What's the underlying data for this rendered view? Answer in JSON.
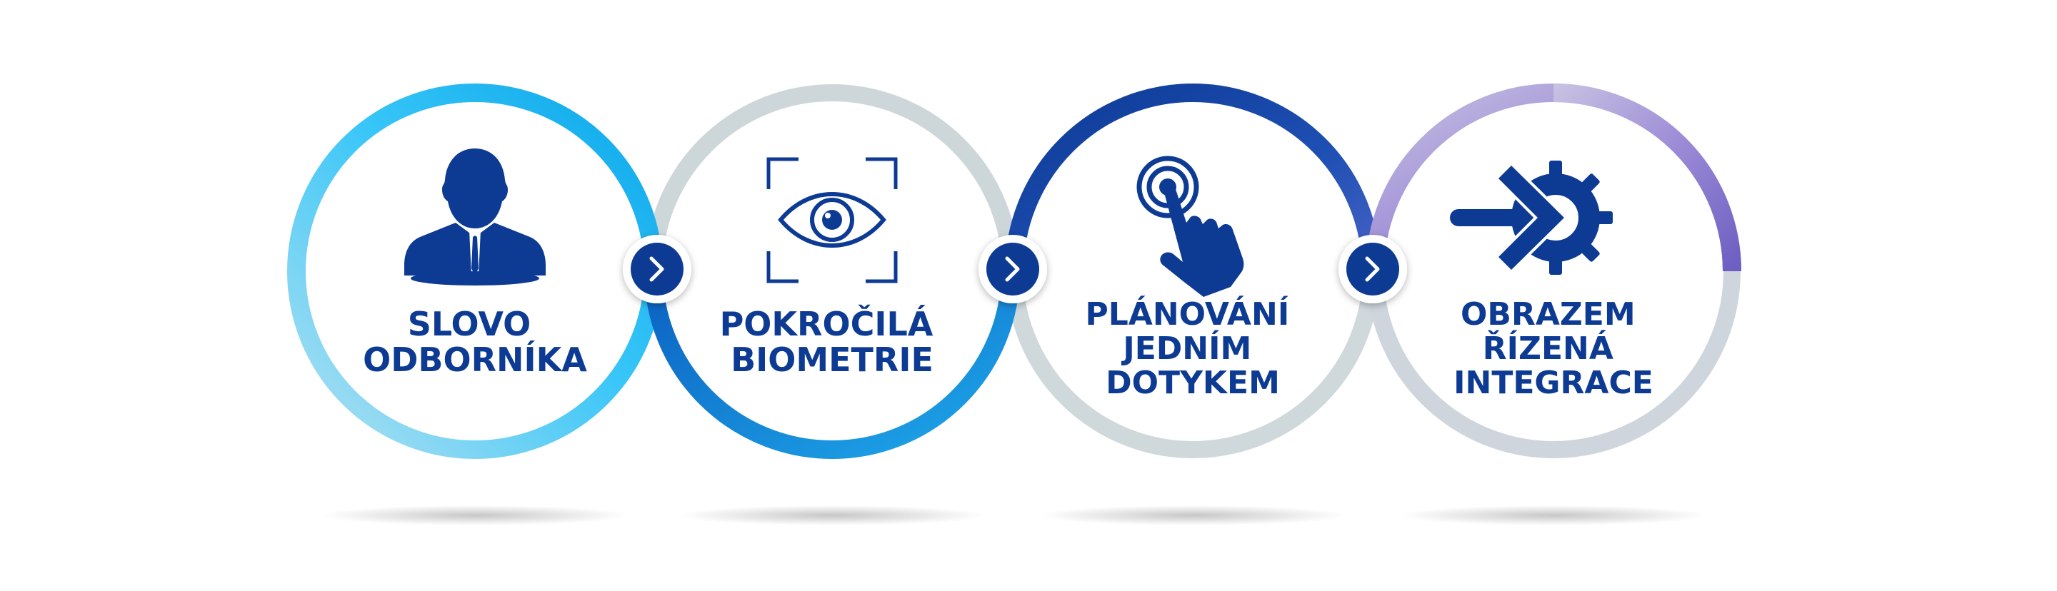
{
  "colors": {
    "text": "#0d3b94",
    "icon": "#0d3b94",
    "arrow_badge": "#0d3b94",
    "ring_grey": "#cfd8dc",
    "ring_light_blue": "#2fc0f5",
    "ring_blue": "#0a6ec8",
    "ring_dark_blue": "#123f9a",
    "ring_purple": "#8a78c8"
  },
  "steps": [
    {
      "icon": "businessman-icon",
      "lines": [
        "SLOVO",
        "ODBORNÍKA"
      ]
    },
    {
      "icon": "eye-scan-icon",
      "lines": [
        "POKROČILÁ",
        "BIOMETRIE"
      ]
    },
    {
      "icon": "touch-icon",
      "lines": [
        "PLÁNOVÁNÍ",
        "JEDNÍM",
        "DOTYKEM"
      ]
    },
    {
      "icon": "arrow-gear-icon",
      "lines": [
        "OBRAZEM",
        "ŘÍZENÁ",
        "INTEGRACE"
      ]
    }
  ],
  "connectors": [
    {
      "icon": "chevron-right-icon"
    },
    {
      "icon": "chevron-right-icon"
    },
    {
      "icon": "chevron-right-icon"
    }
  ]
}
